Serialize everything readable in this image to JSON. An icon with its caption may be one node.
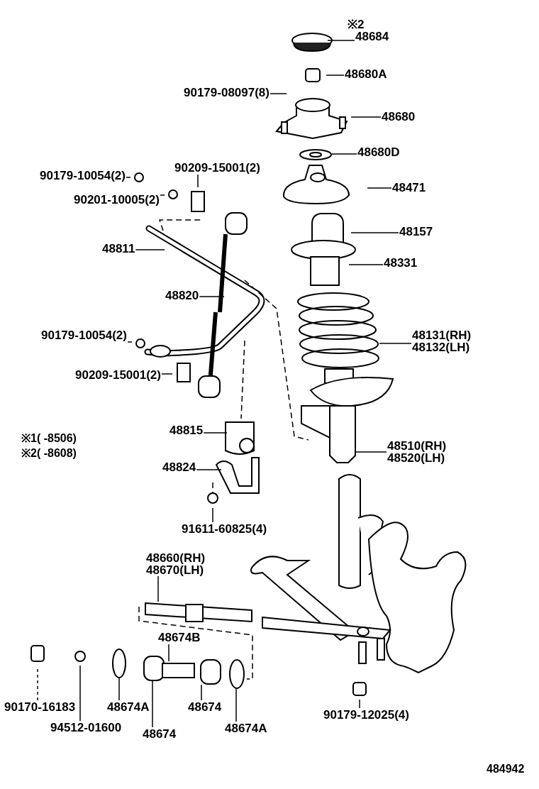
{
  "diagram": {
    "nodes": [
      {
        "text": [
          "48684"
        ],
        "beside": [
          "※2"
        ]
      },
      {
        "text": [
          "48680A"
        ]
      },
      {
        "text": [
          "90179-08097(8)"
        ]
      },
      {
        "text": [
          "48680"
        ]
      },
      {
        "text": [
          "48680D"
        ]
      },
      {
        "text": [
          "48471"
        ]
      },
      {
        "text": [
          "90179-10054(2)"
        ]
      },
      {
        "text": [
          "90209-15001(2)"
        ]
      },
      {
        "text": [
          "90201-10005(2)"
        ]
      },
      {
        "text": [
          "48811"
        ]
      },
      {
        "text": [
          "48157"
        ]
      },
      {
        "text": [
          "48331"
        ]
      },
      {
        "text": [
          "48820"
        ]
      },
      {
        "text": [
          "48131(RH)",
          "48132(LH)"
        ]
      },
      {
        "text": [
          "90179-10054(2)"
        ]
      },
      {
        "text": [
          "90209-15001(2)"
        ]
      },
      {
        "text": [
          "48815"
        ]
      },
      {
        "text": [
          "48824"
        ]
      },
      {
        "text": [
          "48510(RH)",
          "48520(LH)"
        ]
      },
      {
        "text": [
          "91611-60825(4)"
        ]
      },
      {
        "text": [
          "48660(RH)",
          "48670(LH)"
        ]
      },
      {
        "text": [
          "48674B"
        ]
      },
      {
        "text": [
          "90170-16183"
        ]
      },
      {
        "text": [
          "94512-01600"
        ]
      },
      {
        "text": [
          "48674A"
        ]
      },
      {
        "text": [
          "48674"
        ]
      },
      {
        "text": [
          "48674"
        ]
      },
      {
        "text": [
          "48674A"
        ]
      },
      {
        "text": [
          "90179-12025(4)"
        ]
      }
    ],
    "edges": [
      {
        "from": 0,
        "to": null,
        "arrow": "none"
      },
      {
        "from": 1,
        "to": null,
        "arrow": "none"
      },
      {
        "from": 2,
        "to": null,
        "arrow": "none"
      },
      {
        "from": 3,
        "to": null,
        "arrow": "none"
      },
      {
        "from": 4,
        "to": null,
        "arrow": "none"
      },
      {
        "from": 5,
        "to": null,
        "arrow": "none"
      },
      {
        "from": 6,
        "to": null,
        "arrow": "none"
      },
      {
        "from": 7,
        "to": null,
        "arrow": "none"
      },
      {
        "from": 8,
        "to": null,
        "arrow": "none"
      },
      {
        "from": 9,
        "to": null,
        "arrow": "none"
      },
      {
        "from": 10,
        "to": null,
        "arrow": "none"
      },
      {
        "from": 11,
        "to": null,
        "arrow": "none"
      },
      {
        "from": 12,
        "to": null,
        "arrow": "none"
      },
      {
        "from": 13,
        "to": null,
        "arrow": "none"
      },
      {
        "from": 14,
        "to": null,
        "arrow": "none"
      },
      {
        "from": 15,
        "to": null,
        "arrow": "none"
      },
      {
        "from": 16,
        "to": null,
        "arrow": "none"
      },
      {
        "from": 17,
        "to": null,
        "arrow": "none"
      },
      {
        "from": 18,
        "to": null,
        "arrow": "none"
      },
      {
        "from": 19,
        "to": null,
        "arrow": "none"
      },
      {
        "from": 20,
        "to": null,
        "arrow": "none"
      },
      {
        "from": 21,
        "to": null,
        "arrow": "none"
      },
      {
        "from": 22,
        "to": null,
        "arrow": "none",
        "style": "dashed"
      },
      {
        "from": 23,
        "to": null,
        "arrow": "none"
      },
      {
        "from": 24,
        "to": null,
        "arrow": "none"
      },
      {
        "from": 25,
        "to": null,
        "arrow": "none"
      },
      {
        "from": 26,
        "to": null,
        "arrow": "none"
      },
      {
        "from": 27,
        "to": null,
        "arrow": "none"
      },
      {
        "from": 28,
        "to": null,
        "arrow": "none"
      }
    ],
    "labels": [
      "※1( -8506)",
      "※2( -8608)",
      "484942"
    ]
  }
}
